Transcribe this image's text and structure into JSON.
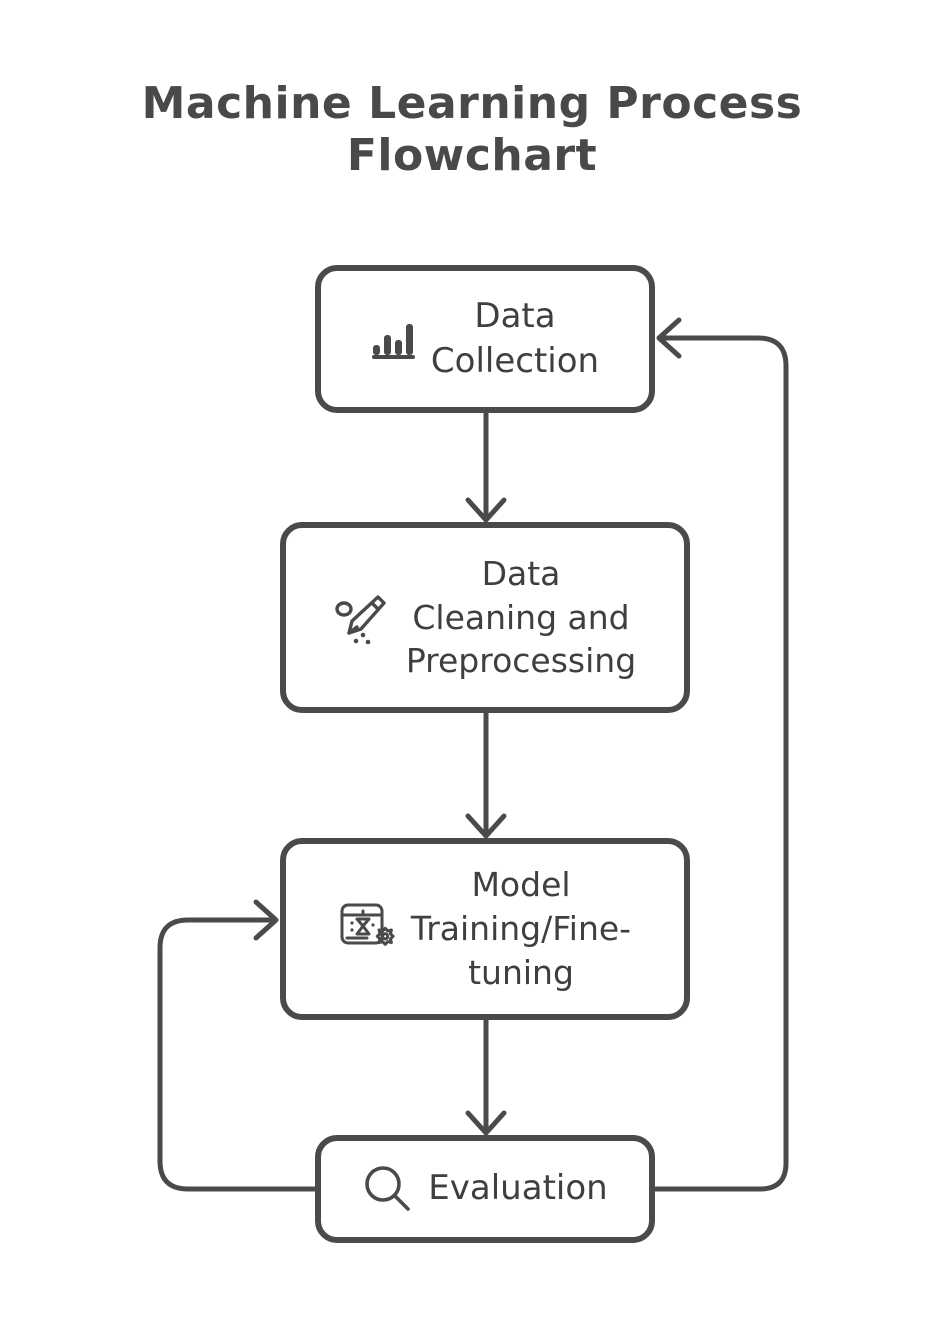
{
  "title": {
    "line1": "Machine Learning Process",
    "line2": "Flowchart",
    "full": "Machine Learning Process\nFlowchart"
  },
  "colors": {
    "stroke": "#4a4a4a",
    "text": "#3f3f3f",
    "title": "#494949",
    "background": "#ffffff"
  },
  "chart_data": {
    "type": "diagram",
    "title": "Machine Learning Process Flowchart",
    "nodes": [
      {
        "id": "data-collection",
        "label": "Data\nCollection",
        "icon": "bar-chart-icon",
        "order": 1
      },
      {
        "id": "data-cleaning",
        "label": "Data\nCleaning and\nPreprocessing",
        "icon": "broom-icon",
        "order": 2
      },
      {
        "id": "model-training",
        "label": "Model\nTraining/Fine-\ntuning",
        "icon": "model-training-icon",
        "order": 3
      },
      {
        "id": "evaluation",
        "label": "Evaluation",
        "icon": "magnifier-icon",
        "order": 4
      }
    ],
    "edges": [
      {
        "from": "data-collection",
        "to": "data-cleaning",
        "kind": "forward",
        "style": "straight-down-arrow"
      },
      {
        "from": "data-cleaning",
        "to": "model-training",
        "kind": "forward",
        "style": "straight-down-arrow"
      },
      {
        "from": "model-training",
        "to": "evaluation",
        "kind": "forward",
        "style": "straight-down-arrow"
      },
      {
        "from": "evaluation",
        "to": "data-collection",
        "kind": "feedback",
        "style": "right-loop-arrow"
      },
      {
        "from": "evaluation",
        "to": "model-training",
        "kind": "feedback",
        "style": "left-loop-arrow"
      }
    ]
  },
  "nodes": {
    "data_collection": {
      "label": "Data\nCollection",
      "icon": "bar-chart-icon"
    },
    "data_cleaning": {
      "label": "Data\nCleaning and\nPreprocessing",
      "icon": "broom-icon"
    },
    "model_training": {
      "label": "Model\nTraining/Fine-\ntuning",
      "icon": "model-training-icon"
    },
    "evaluation": {
      "label": "Evaluation",
      "icon": "magnifier-icon"
    }
  }
}
